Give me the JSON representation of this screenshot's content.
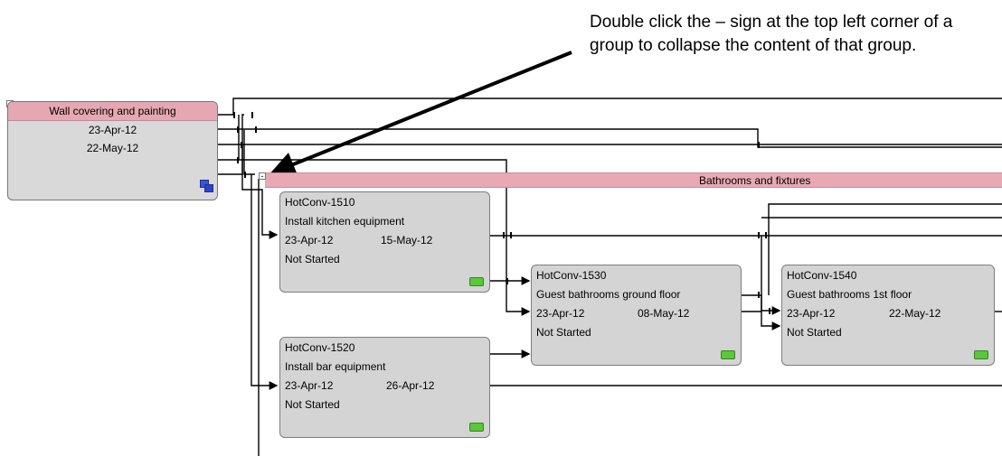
{
  "callout": {
    "text": "Double click the – sign at the top left corner of a group to collapse the content of that group."
  },
  "summary_task": {
    "expand_glyph": "+",
    "title": "Wall covering and painting",
    "start": "23-Apr-12",
    "finish": "22-May-12",
    "icon": "subproject-icon"
  },
  "group": {
    "collapse_glyph": "-",
    "title": "Bathrooms and fixtures"
  },
  "tasks": [
    {
      "id": "HotConv-1510",
      "name": "Install kitchen equipment",
      "start": "23-Apr-12",
      "finish": "15-May-12",
      "status": "Not Started"
    },
    {
      "id": "HotConv-1530",
      "name": "Guest bathrooms ground floor",
      "start": "23-Apr-12",
      "finish": "08-May-12",
      "status": "Not Started"
    },
    {
      "id": "HotConv-1540",
      "name": "Guest bathrooms 1st floor",
      "start": "23-Apr-12",
      "finish": "22-May-12",
      "status": "Not Started"
    },
    {
      "id": "HotConv-1520",
      "name": "Install bar equipment",
      "start": "23-Apr-12",
      "finish": "26-Apr-12",
      "status": "Not Started"
    }
  ],
  "colors": {
    "group_band": "#e8a9b4",
    "node_fill": "#d4d4d4",
    "status_ok": "#5cc63c",
    "subproject_icon": "#3b55d8"
  }
}
